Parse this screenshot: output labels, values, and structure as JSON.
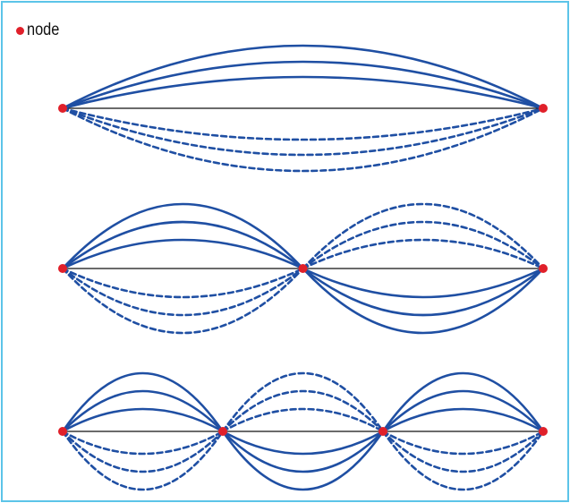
{
  "legend": {
    "marker_color": "#e0202a",
    "label": "node"
  },
  "colors": {
    "wave": "#1f4fa3",
    "axis": "#111111",
    "node": "#e0202a",
    "frame": "#5cc4e8"
  },
  "panels": [
    {
      "segments": 1,
      "nodes": 2,
      "solid_curves_per_segment": 3,
      "dashed_curves_per_segment": 3
    },
    {
      "segments": 2,
      "nodes": 3,
      "solid_curves_per_segment": 3,
      "dashed_curves_per_segment": 3
    },
    {
      "segments": 3,
      "nodes": 4,
      "solid_curves_per_segment": 3,
      "dashed_curves_per_segment": 3
    }
  ]
}
